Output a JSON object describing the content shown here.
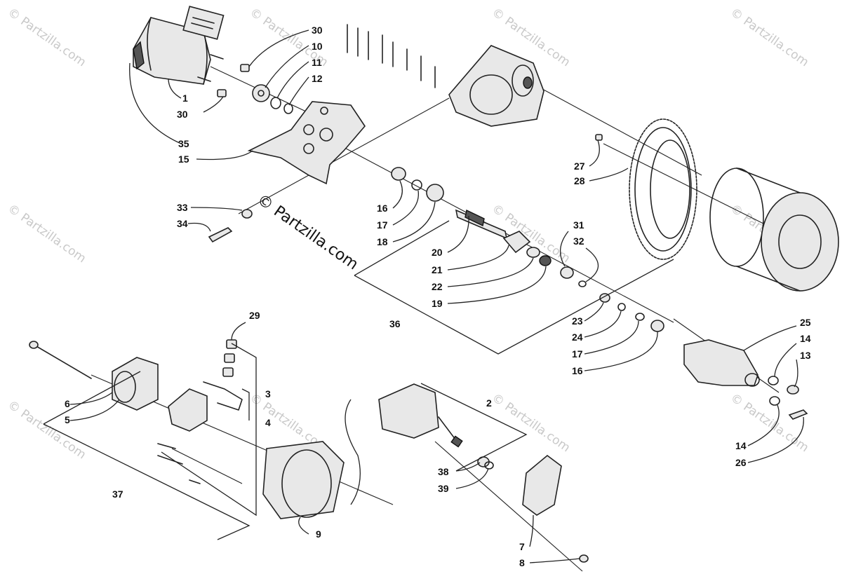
{
  "watermark": {
    "repeat_text": "© Partzilla.com",
    "center_text": "© Partzilla.com"
  },
  "callouts": {
    "n1": "1",
    "n2": "2",
    "n3": "3",
    "n4": "4",
    "n5": "5",
    "n6": "6",
    "n7": "7",
    "n8": "8",
    "n9": "9",
    "n10": "10",
    "n11": "11",
    "n12": "12",
    "n13": "13",
    "n14a": "14",
    "n14b": "14",
    "n15": "15",
    "n16a": "16",
    "n16b": "16",
    "n17a": "17",
    "n17b": "17",
    "n18": "18",
    "n19": "19",
    "n20": "20",
    "n21": "21",
    "n22": "22",
    "n23": "23",
    "n24": "24",
    "n25": "25",
    "n26": "26",
    "n27": "27",
    "n28": "28",
    "n29": "29",
    "n30a": "30",
    "n30b": "30",
    "n31": "31",
    "n32": "32",
    "n33": "33",
    "n34": "34",
    "n35": "35",
    "n36": "36",
    "n37": "37",
    "n38": "38",
    "n39": "39"
  }
}
